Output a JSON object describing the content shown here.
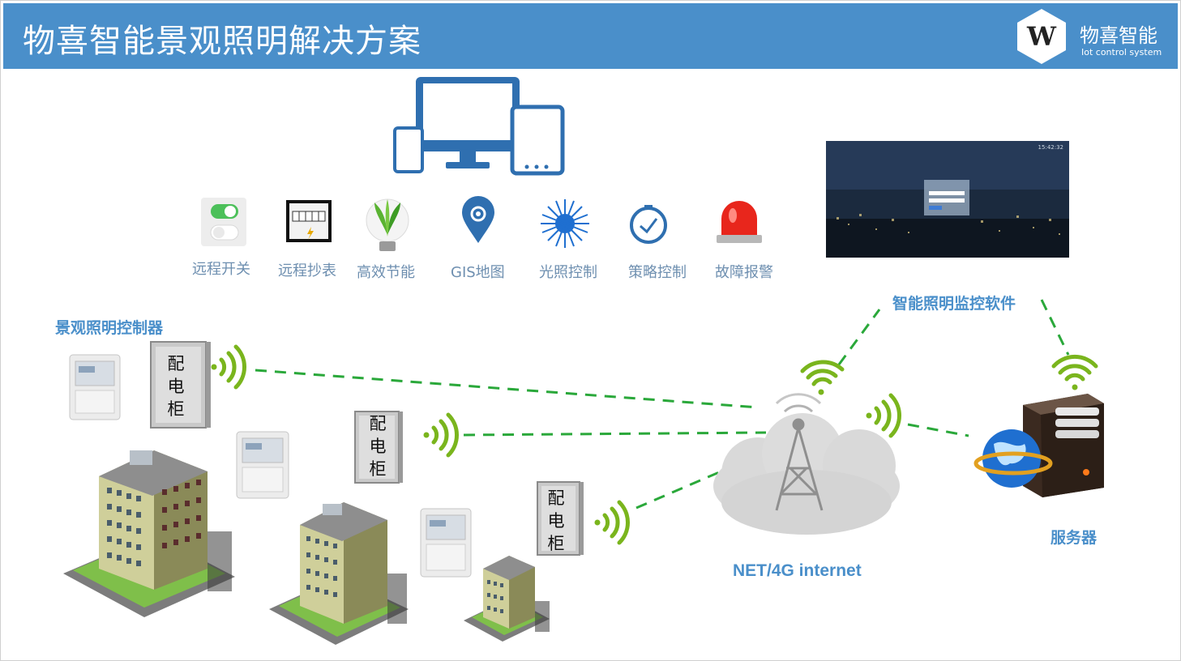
{
  "header": {
    "title": "物喜智能景观照明解决方案",
    "logo_name": "物喜智能",
    "logo_sub": "Iot control system",
    "logo_letter": "W",
    "accent": "#4a8fca"
  },
  "features": [
    {
      "label": "远程开关",
      "icon": "toggle-switch-icon"
    },
    {
      "label": "远程抄表",
      "icon": "meter-reading-icon"
    },
    {
      "label": "高效节能",
      "icon": "energy-saving-bulb-icon"
    },
    {
      "label": "GIS地图",
      "icon": "map-pin-icon"
    },
    {
      "label": "光照控制",
      "icon": "sun-light-icon"
    },
    {
      "label": "策略控制",
      "icon": "clock-icon"
    },
    {
      "label": "故障报警",
      "icon": "alarm-siren-icon"
    }
  ],
  "labels": {
    "controller": "景观照明控制器",
    "monitoring_software": "智能照明监控软件",
    "server": "服务器",
    "network": "NET/4G internet"
  },
  "cabinet_text": [
    "配",
    "电",
    "柜"
  ],
  "screen_time": "15:42:32",
  "colors": {
    "dashed_link": "#2aa83a",
    "wifi": "#7ab51d",
    "device_blue": "#2f6fb0"
  }
}
